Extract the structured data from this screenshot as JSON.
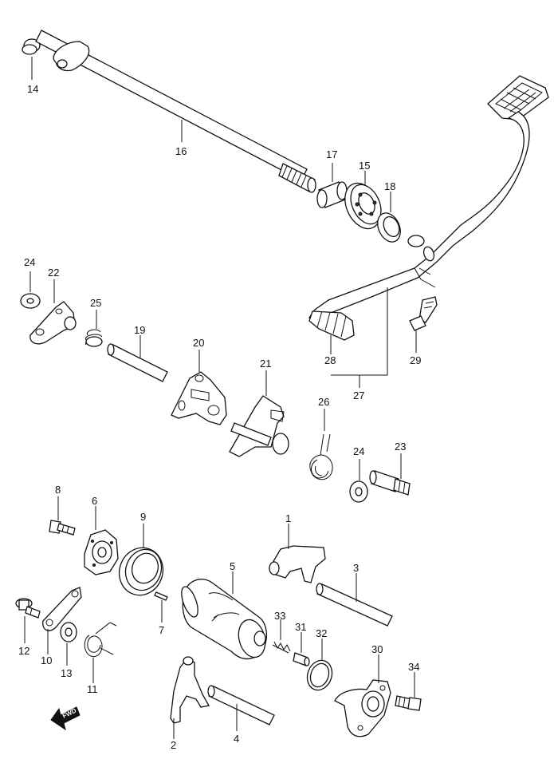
{
  "diagram": {
    "callouts": {
      "c1": "1",
      "c2": "2",
      "c3": "3",
      "c4": "4",
      "c5": "5",
      "c6": "6",
      "c7": "7",
      "c8": "8",
      "c9": "9",
      "c10": "10",
      "c11": "11",
      "c12": "12",
      "c13": "13",
      "c14": "14",
      "c15": "15",
      "c16": "16",
      "c17": "17",
      "c18": "18",
      "c19": "19",
      "c20": "20",
      "c21": "21",
      "c22": "22",
      "c23": "23",
      "c24a": "24",
      "c24b": "24",
      "c25": "25",
      "c26": "26",
      "c27": "27",
      "c28": "28",
      "c29": "29",
      "c30": "30",
      "c31": "31",
      "c32": "32",
      "c33": "33",
      "c34": "34"
    },
    "fwd_label": "FWD"
  }
}
